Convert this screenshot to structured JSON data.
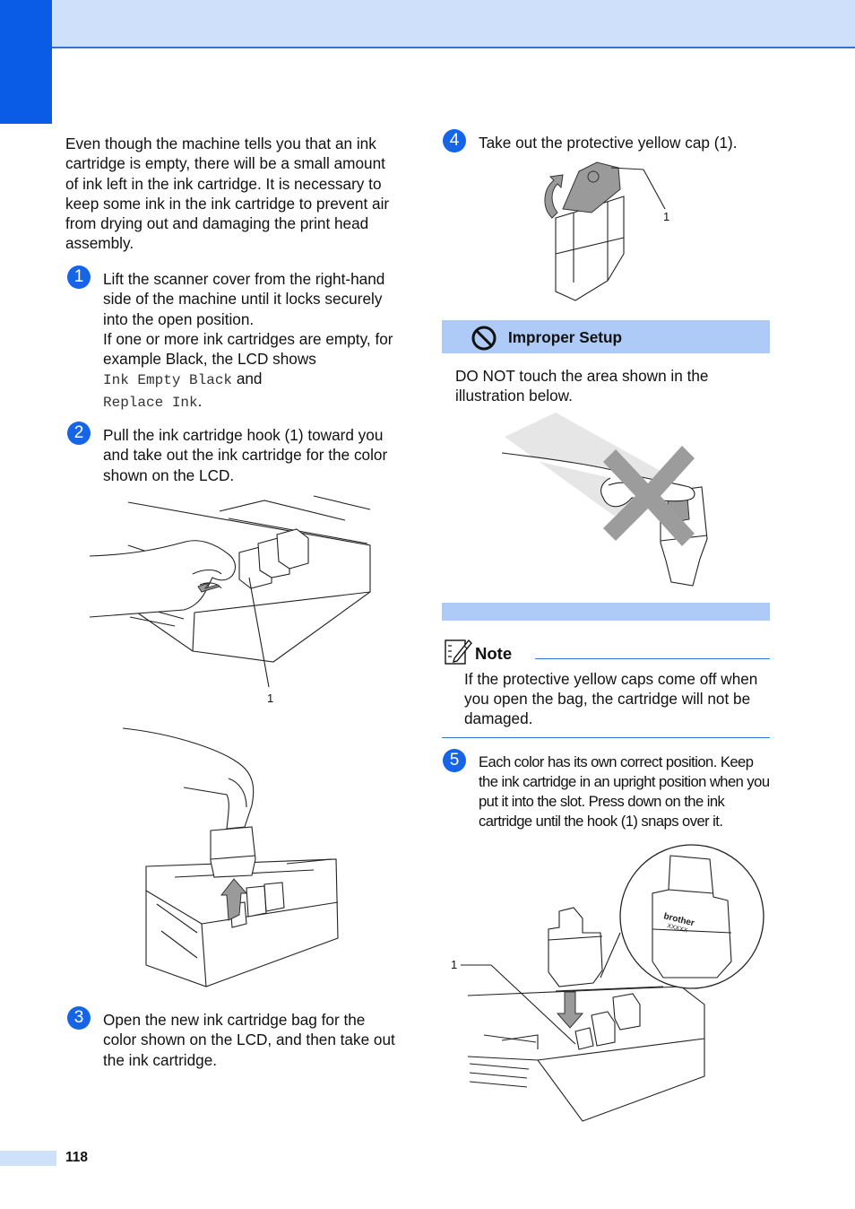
{
  "page": {
    "number": "118",
    "intro": "Even though the machine tells you that an ink cartridge is empty, there will be a small amount of ink left in the ink cartridge. It is necessary to keep some ink in the ink cartridge to prevent air from drying out and damaging the print head assembly."
  },
  "steps": [
    {
      "number": "1",
      "text_a": "Lift the scanner cover from the right-hand side of the machine until it locks securely into the open position.",
      "text_b": "If one or more ink cartridges are empty, for example Black, the LCD shows",
      "lcd_1": "Ink Empty Black",
      "joiner": "and",
      "lcd_2": "Replace Ink",
      "end": "."
    },
    {
      "number": "2",
      "text": "Pull the ink cartridge hook (1) toward you and take out the ink cartridge for the color shown on the LCD."
    },
    {
      "number": "3",
      "text": "Open the new ink cartridge bag for the color shown on the LCD, and then take out the ink cartridge."
    },
    {
      "number": "4",
      "text": "Take out the protective yellow cap (1)."
    },
    {
      "number": "5",
      "text": "Each color has its own correct position. Keep the ink cartridge in an upright position when you put it into the slot. Press down on the ink cartridge until the hook (1) snaps over it."
    }
  ],
  "warning": {
    "title": "Improper Setup",
    "icon": "prohibited-icon",
    "text": "DO NOT touch the area shown in the illustration below."
  },
  "note": {
    "title": "Note",
    "icon": "note-pencil-icon",
    "text": "If the protective yellow caps come off when you open the bag, the cartridge will not be damaged."
  },
  "figures": {
    "callout": "1",
    "cartridge_brand": "brother",
    "cartridge_code": "XXXXX"
  },
  "colors": {
    "accent": "#0a5ce6",
    "band": "#cfe0fb",
    "warning_bar": "#aecbf8"
  }
}
